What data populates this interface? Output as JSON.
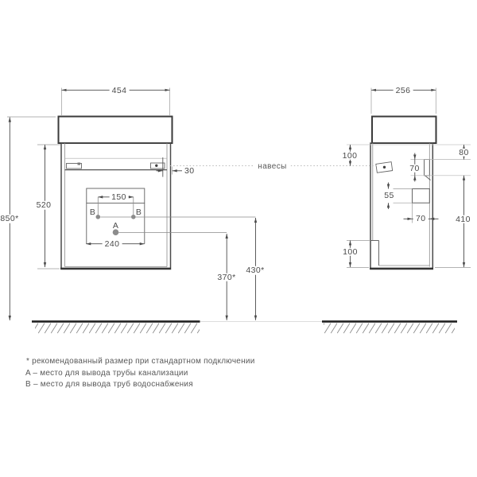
{
  "drawing": {
    "front_view": {
      "width": "454",
      "total_height": "850*",
      "body_height": "520",
      "cutout_width": "150",
      "bottom_span": "240",
      "hanger_offset": "30",
      "drain_outlet_height": "370*",
      "water_outlet_height": "430*",
      "point_a": "A",
      "point_b_left": "B",
      "point_b_right": "B"
    },
    "side_view": {
      "depth": "256",
      "hanger_from_top": "100",
      "bracket_from_top": "80",
      "bracket_height": "70",
      "box_height": "55",
      "box_depth": "70",
      "lower_height": "410",
      "plinth_height": "100"
    },
    "hangers_label": "навесы",
    "footnotes": [
      "* рекомендованный размер при стандартном подключении",
      "A – место для вывода трубы канализации",
      "B – место для вывода труб водоснабжения"
    ]
  }
}
